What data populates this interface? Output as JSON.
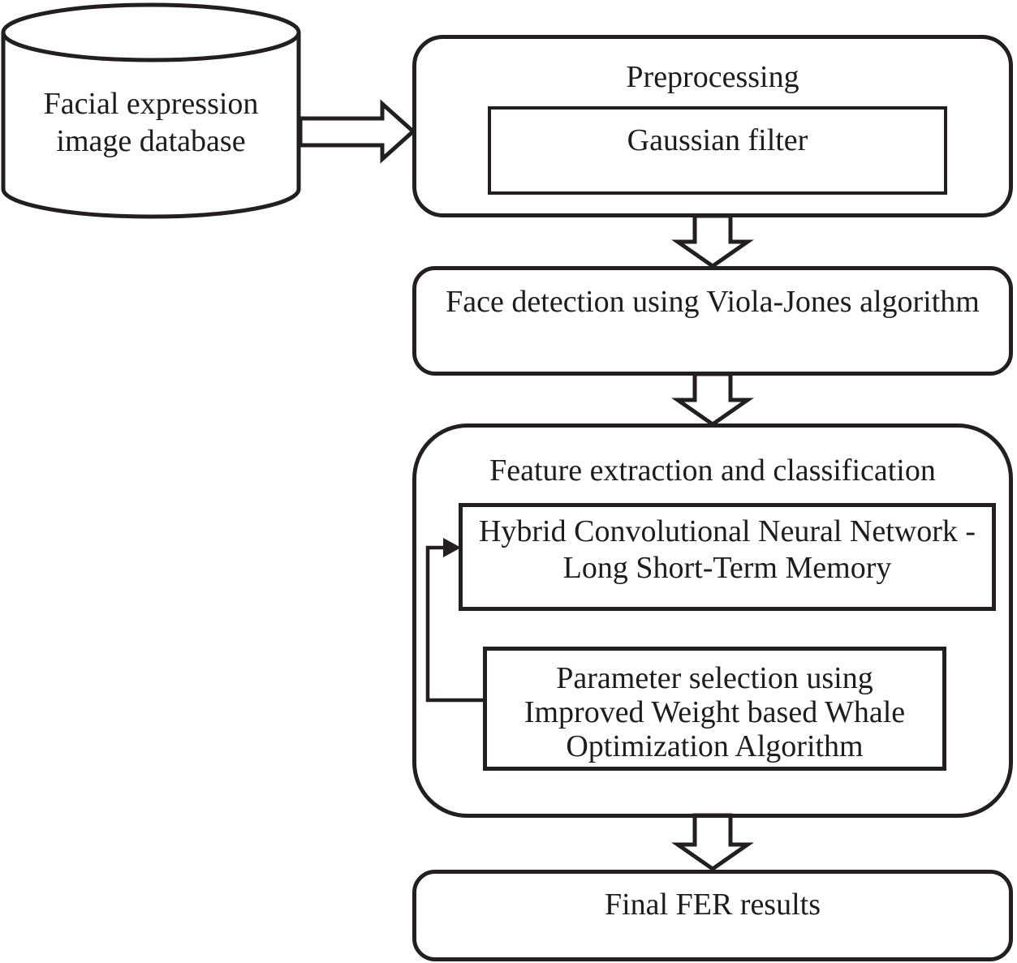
{
  "figure": {
    "type": "flowchart",
    "colors": {
      "line": "#231f20",
      "background": "#ffffff"
    },
    "database": {
      "line1": "Facial expression",
      "line2": "image database"
    },
    "preprocessing": {
      "title": "Preprocessing",
      "gaussian_filter": "Gaussian filter"
    },
    "face_detection": {
      "label": "Face detection using Viola-Jones algorithm"
    },
    "feature_extraction": {
      "title": "Feature extraction and classification",
      "cnn_lstm": {
        "line1": "Hybrid Convolutional Neural Network -",
        "line2": "Long Short-Term Memory"
      },
      "parameter_selection": {
        "line1": "Parameter selection using",
        "line2": "Improved Weight based Whale",
        "line3": "Optimization Algorithm"
      }
    },
    "final_results": {
      "label": "Final FER results"
    }
  }
}
